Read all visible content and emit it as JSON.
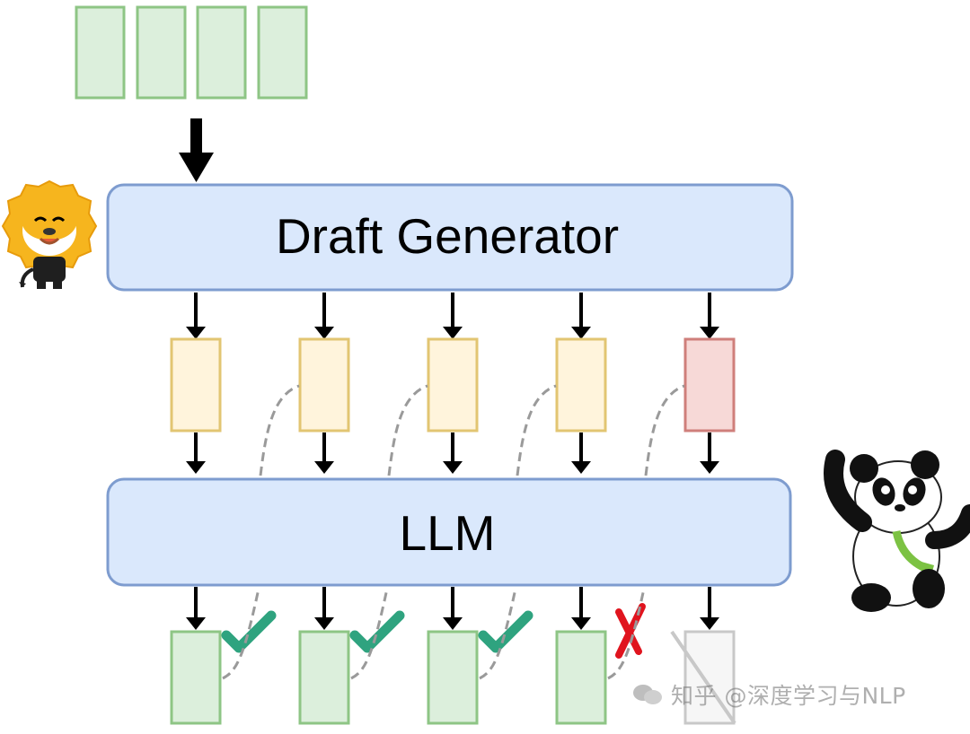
{
  "blocks": {
    "draft_generator": "Draft Generator",
    "llm": "LLM"
  },
  "watermark": {
    "text": "知乎 @深度学习与NLP",
    "icon": "wechat-icon"
  },
  "icons": {
    "lion": "lion-mascot-icon",
    "panda": "panda-mascot-icon"
  },
  "pipeline": {
    "input_tokens": 4,
    "draft_tokens": [
      {
        "state": "proposed"
      },
      {
        "state": "proposed"
      },
      {
        "state": "proposed"
      },
      {
        "state": "proposed"
      },
      {
        "state": "rejected-draft"
      }
    ],
    "verification": [
      "accepted",
      "accepted",
      "accepted",
      "rejected",
      "discarded"
    ]
  },
  "colors": {
    "green_fill": "#dcefdc",
    "green_stroke": "#8ec585",
    "yellow_fill": "#fff4dc",
    "yellow_stroke": "#e2c572",
    "red_fill": "#f7d9d7",
    "red_stroke": "#cf7f7b",
    "blue_fill": "#dae8fc",
    "blue_stroke": "#7e9ccf",
    "check": "#2fa37f",
    "cross": "#e0141e",
    "gray": "#c8c8c8"
  }
}
